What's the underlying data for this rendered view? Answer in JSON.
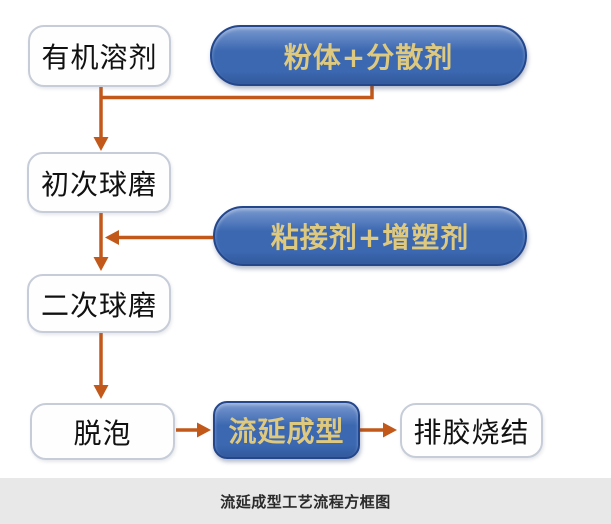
{
  "diagram": {
    "nodes": {
      "organic_solvent": {
        "label": "有机溶剂"
      },
      "powder_dispersant": {
        "label": "粉体+分散剂"
      },
      "first_ball_milling": {
        "label": "初次球磨"
      },
      "binder_plasticizer": {
        "label": "粘接剂+增塑剂"
      },
      "second_ball_milling": {
        "label": "二次球磨"
      },
      "defoaming": {
        "label": "脱泡"
      },
      "tape_casting": {
        "label": "流延成型"
      },
      "debinding_sintering": {
        "label": "排胶烧结"
      }
    },
    "caption": "流延成型工艺流程方框图"
  },
  "theme": {
    "arrow_color": "#c2591a",
    "pill_fill": "#3b68b1",
    "pill_fill_light": "#7a99d0",
    "pill_fill_dark": "#32599c",
    "pill_border": "#24478c",
    "pill_text": "#dfc97e",
    "box_border": "#c7cdd8",
    "caption_bg": "#e8e8e8"
  }
}
